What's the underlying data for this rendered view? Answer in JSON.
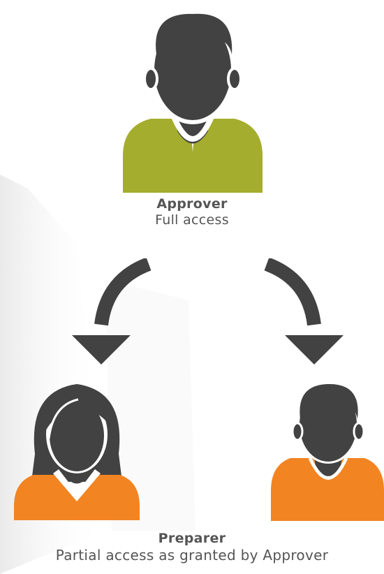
{
  "approver": {
    "role": "Approver",
    "description": "Full access",
    "icon": "man-icon"
  },
  "preparer": {
    "role": "Preparer",
    "description": "Partial access as granted by Approver",
    "icons": [
      "woman-icon",
      "man-icon"
    ]
  },
  "colors": {
    "approver_shirt": "#a4ad2d",
    "preparer_shirt": "#f28422",
    "head": "#424242",
    "arrow": "#424242",
    "text": "#555555"
  }
}
